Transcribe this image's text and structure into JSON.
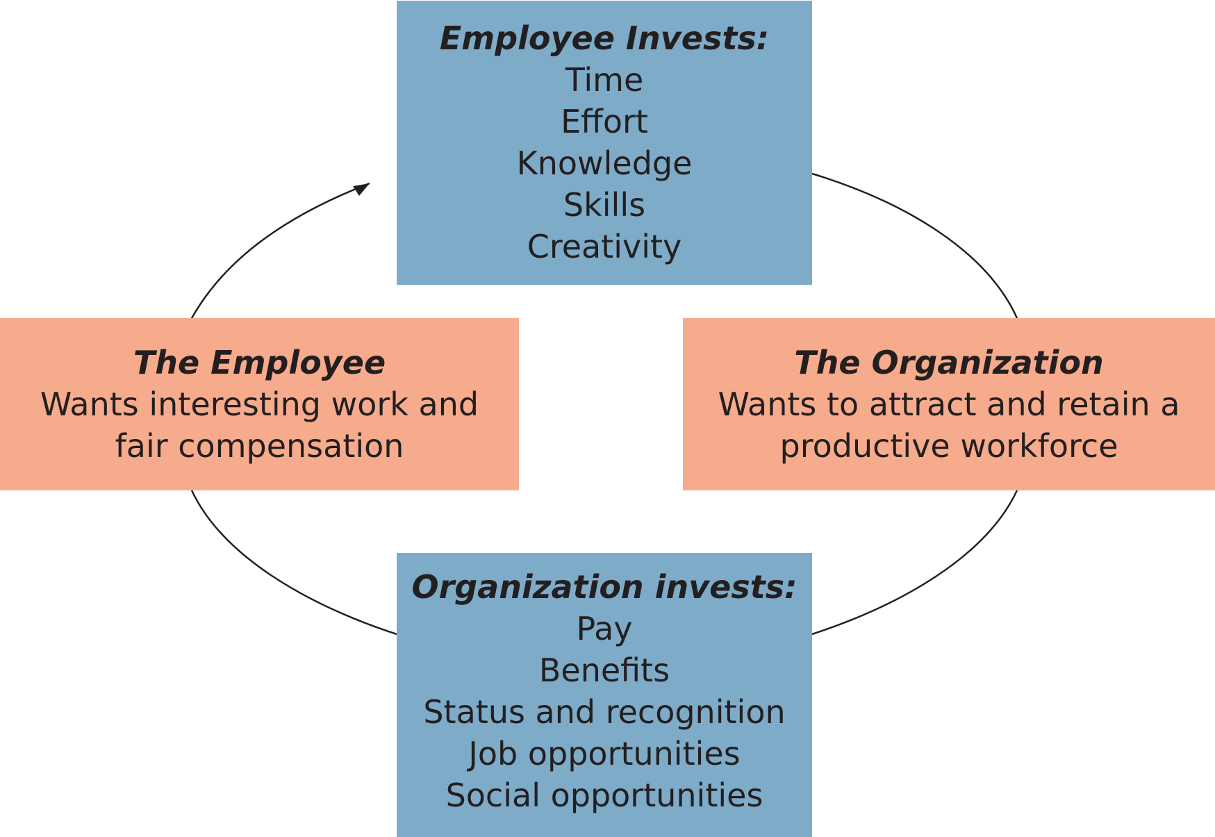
{
  "colors": {
    "invest_box": "#7eabc8",
    "party_box": "#f7ab8d",
    "text": "#231f20",
    "line": "#231f20"
  },
  "employee_invests": {
    "heading": "Employee Invests:",
    "items": [
      "Time",
      "Effort",
      "Knowledge",
      "Skills",
      "Creativity"
    ]
  },
  "employee": {
    "heading": "The Employee",
    "lines": [
      "Wants interesting work and",
      "fair compensation"
    ]
  },
  "organization": {
    "heading": "The Organization",
    "lines": [
      "Wants to attract and retain a",
      "productive workforce"
    ]
  },
  "organization_invests": {
    "heading": "Organization invests:",
    "items": [
      "Pay",
      "Benefits",
      "Status and recognition",
      "Job opportunities",
      "Social opportunities"
    ]
  }
}
